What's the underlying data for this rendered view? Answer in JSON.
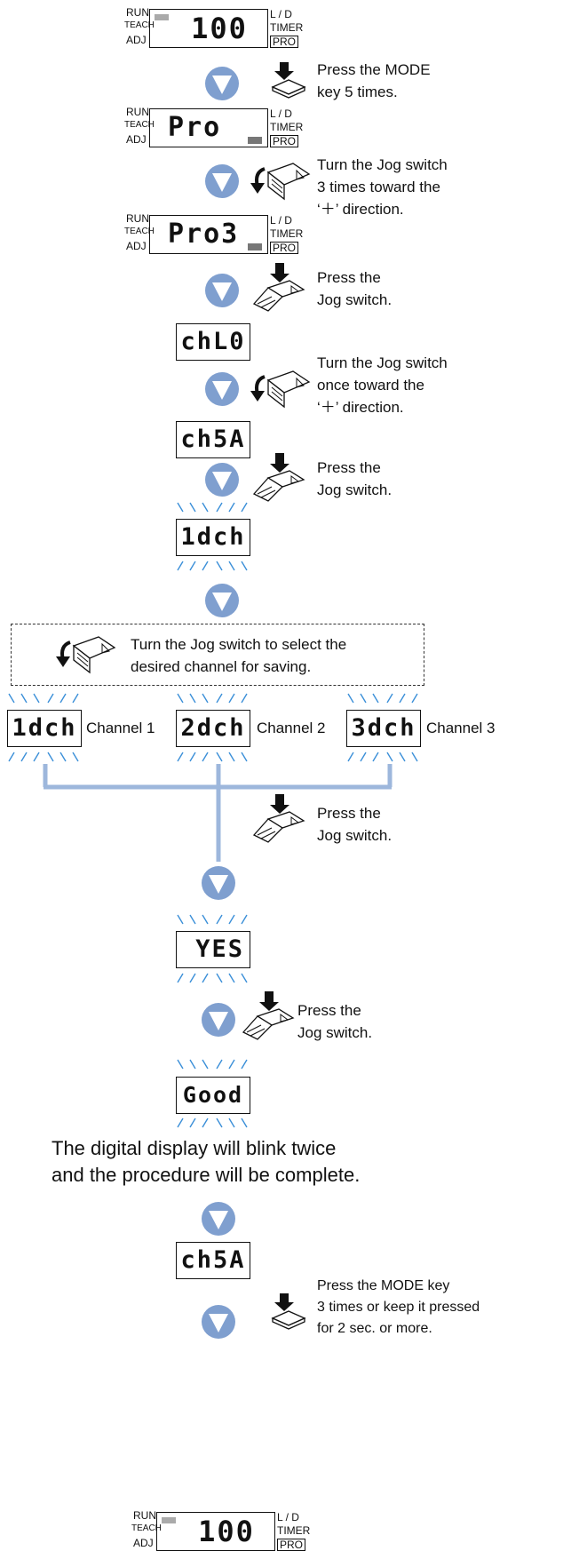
{
  "panel": {
    "left_labels": [
      "RUN",
      "TEACH",
      "ADJ"
    ],
    "right_labels": [
      "L / D",
      "TIMER",
      "PRO"
    ]
  },
  "steps": [
    {
      "display": "100",
      "panel": true,
      "instruction": [
        "Press the MODE",
        "key 5 times."
      ],
      "action_icon": "mode-key-press-icon"
    },
    {
      "display": "Pro",
      "panel": true,
      "instruction": [
        "Turn the Jog switch",
        "3 times toward the",
        "‘＋’ direction."
      ],
      "action_icon": "jog-turn-icon"
    },
    {
      "display": "Pro3",
      "panel": true,
      "instruction": [
        "Press the",
        "Jog switch."
      ],
      "action_icon": "jog-press-icon"
    },
    {
      "display": "chL0",
      "panel": false,
      "instruction": [
        "Turn the Jog switch",
        "once toward the",
        "‘＋’ direction."
      ],
      "action_icon": "jog-turn-icon"
    },
    {
      "display": "ch5A",
      "panel": false,
      "instruction": [
        "Press the",
        "Jog switch."
      ],
      "action_icon": "jog-press-icon"
    },
    {
      "display": "1dch",
      "panel": false,
      "blinking": true
    }
  ],
  "select_box": {
    "instruction": [
      "Turn the Jog switch to select the",
      "desired channel for saving."
    ],
    "action_icon": "jog-turn-icon"
  },
  "channels": [
    {
      "display": "1dch",
      "label": "Channel 1"
    },
    {
      "display": "2dch",
      "label": "Channel 2"
    },
    {
      "display": "3dch",
      "label": "Channel 3"
    }
  ],
  "after_channels": {
    "instruction": [
      "Press the",
      "Jog switch."
    ],
    "action_icon": "jog-press-icon"
  },
  "confirm": {
    "display": "YES",
    "instruction": [
      "Press the",
      "Jog switch."
    ],
    "action_icon": "jog-press-icon"
  },
  "result": {
    "display": "Good"
  },
  "note": [
    "The digital display will blink twice",
    "and the procedure will be complete."
  ],
  "final": {
    "display": "ch5A",
    "instruction": [
      "Press the MODE key",
      "3 times or keep it pressed",
      "for 2 sec. or more."
    ],
    "action_icon": "mode-key-press-icon",
    "return_display": "100"
  },
  "colors": {
    "arrow": "#7f9fcf",
    "flow_line": "#9db7dc",
    "blink_rays": "#3a8fd8"
  }
}
